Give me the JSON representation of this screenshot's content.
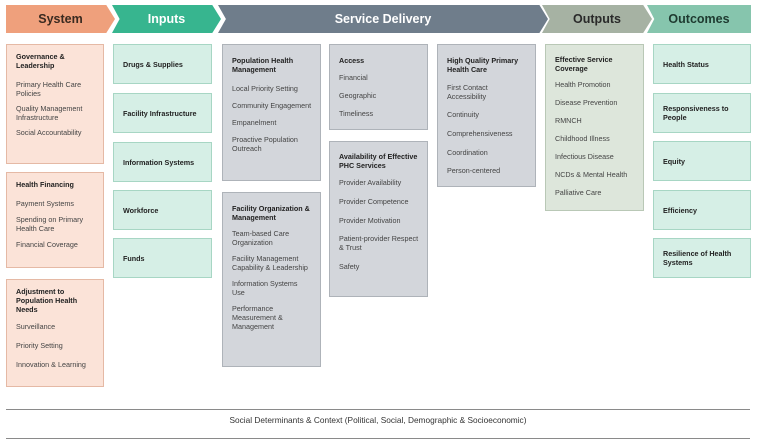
{
  "headers": {
    "system": "System",
    "inputs": "Inputs",
    "service_delivery": "Service Delivery",
    "outputs": "Outputs",
    "outcomes": "Outcomes"
  },
  "colors": {
    "system": "#efa07c",
    "inputs": "#37b58f",
    "service_delivery": "#6f7d8b",
    "outputs": "#a6b2a3",
    "outcomes": "#86c5ad"
  },
  "system": [
    {
      "title": "Governance & Leadership",
      "items": [
        "Primary Health Care Policies",
        "Quality Management Infrastructure",
        "Social Accountability"
      ]
    },
    {
      "title": "Health Financing",
      "items": [
        "Payment Systems",
        "Spending on Primary Health Care",
        "Financial Coverage"
      ]
    },
    {
      "title": "Adjustment to Population Health Needs",
      "items": [
        "Surveillance",
        "Priority Setting",
        "Innovation & Learning"
      ]
    }
  ],
  "inputs": [
    "Drugs & Supplies",
    "Facility Infrastructure",
    "Information Systems",
    "Workforce",
    "Funds"
  ],
  "service_delivery": {
    "population_health": {
      "title": "Population Health Management",
      "items": [
        "Local Priority Setting",
        "Community Engagement",
        "Empanelment",
        "Proactive Population Outreach"
      ]
    },
    "facility_org": {
      "title": "Facility Organization & Management",
      "items": [
        "Team-based Care Organization",
        "Facility Management Capability & Leadership",
        "Information Systems Use",
        "Performance Measurement & Management"
      ]
    },
    "access": {
      "title": "Access",
      "items": [
        "Financial",
        "Geographic",
        "Timeliness"
      ]
    },
    "availability": {
      "title": "Availability of Effective PHC Services",
      "items": [
        "Provider Availability",
        "Provider Competence",
        "Provider Motivation",
        "Patient-provider Respect & Trust",
        "Safety"
      ]
    },
    "high_quality": {
      "title": "High Quality Primary Health Care",
      "items": [
        "First Contact Accessibility",
        "Continuity",
        "Comprehensiveness",
        "Coordination",
        "Person-centered"
      ]
    }
  },
  "outputs": {
    "title": "Effective Service Coverage",
    "items": [
      "Health Promotion",
      "Disease Prevention",
      "RMNCH",
      "Childhood Illness",
      "Infectious Disease",
      "NCDs & Mental Health",
      "Palliative Care"
    ]
  },
  "outcomes": [
    "Health Status",
    "Responsiveness to People",
    "Equity",
    "Efficiency",
    "Resilience of Health Systems"
  ],
  "footer": "Social Determinants & Context (Political, Social, Demographic & Socioeconomic)"
}
